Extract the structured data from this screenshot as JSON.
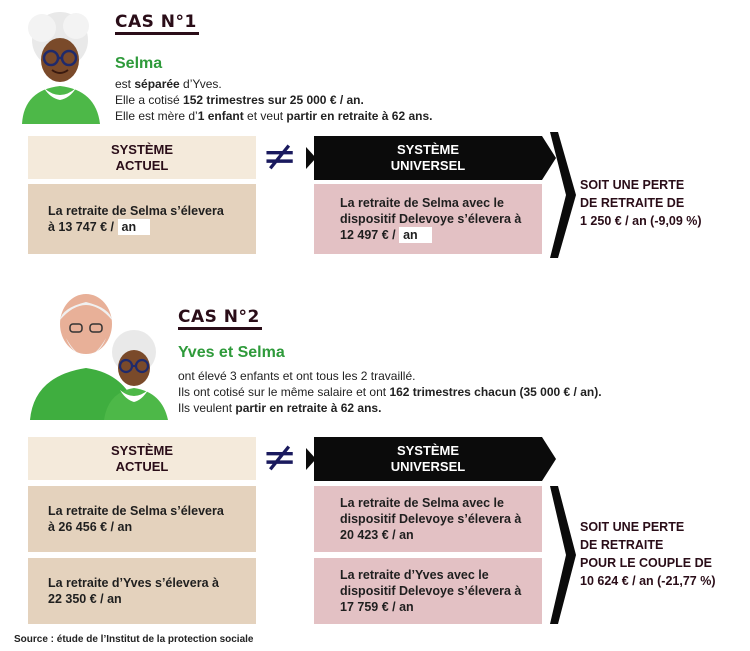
{
  "case1": {
    "title": "CAS N°1",
    "person": "Selma",
    "desc": [
      {
        "pre": "est ",
        "b": "séparée",
        "post": " d’Yves."
      },
      {
        "pre": "Elle a cotisé ",
        "b": "152 trimestres sur 25 000 € / an.",
        "post": ""
      },
      {
        "pre": "Elle est mère d’",
        "b": "1 enfant",
        "mid": " et veut ",
        "b2": "partir en retraite à 62 ans."
      }
    ],
    "current_header": [
      "SYSTÈME",
      "ACTUEL"
    ],
    "universal_header": [
      "SYSTÈME",
      "UNIVERSEL"
    ],
    "current_box": [
      "La retraite de Selma s’élevera",
      "à 13 747 € / ",
      "an"
    ],
    "universal_box": [
      "La retraite de Selma avec le",
      "dispositif Delevoye s’élevera à",
      "12 497 € / ",
      "an"
    ],
    "result": [
      "SOIT UNE PERTE",
      "DE RETRAITE DE",
      "1 250 € / an (-9,09 %)"
    ]
  },
  "case2": {
    "title": "CAS N°2",
    "person": "Yves et Selma",
    "desc": [
      {
        "pre": "ont élevé 3 enfants et ont tous les 2 travaillé.",
        "b": "",
        "post": ""
      },
      {
        "pre": "Ils ont cotisé sur le même salaire et ont ",
        "b": "162 trimestres chacun (35 000 € / an).",
        "post": ""
      },
      {
        "pre": "Ils veulent ",
        "b": "partir en retraite à 62 ans.",
        "post": ""
      }
    ],
    "current_header": [
      "SYSTÈME",
      "ACTUEL"
    ],
    "universal_header": [
      "SYSTÈME",
      "UNIVERSEL"
    ],
    "current_boxes": [
      [
        "La retraite de Selma s’élevera",
        "à 26 456 € / an"
      ],
      [
        "La retraite d’Yves s’élevera à",
        "22 350 € / an"
      ]
    ],
    "universal_boxes": [
      [
        "La retraite de Selma avec le",
        "dispositif Delevoye s’élevera à",
        "20 423 € / an"
      ],
      [
        "La retraite d’Yves avec le",
        "dispositif Delevoye s’élevera à",
        "17 759 € / an"
      ]
    ],
    "result": [
      "SOIT UNE PERTE",
      "DE RETRAITE",
      "POUR LE COUPLE DE",
      "10 624 € / an (-21,77 %)"
    ]
  },
  "neq_symbol": "≠",
  "source": "Source : étude de l’Institut de la protection sociale",
  "colors": {
    "green": "#2e9a3a",
    "beige": "#f4eadb",
    "tan": "#e4d2bd",
    "pink": "#e3c1c4",
    "black": "#0b0b0b",
    "maroon": "#2a0d18"
  }
}
